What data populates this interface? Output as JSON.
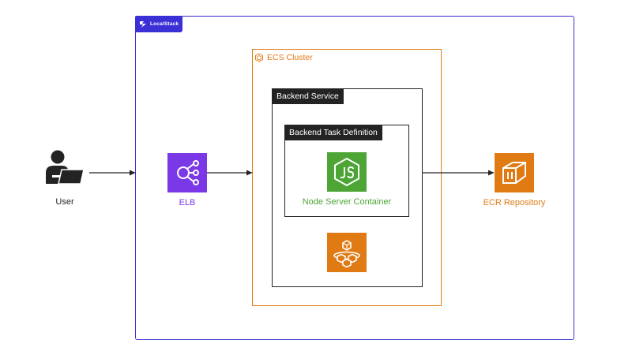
{
  "localstack": {
    "label": "LocalStack",
    "color": "#3b2fd6"
  },
  "ecs": {
    "label": "ECS Cluster",
    "color": "#e07b14"
  },
  "service": {
    "label": "Backend Service",
    "color": "#232323"
  },
  "task": {
    "label": "Backend Task Definition"
  },
  "nodes": {
    "user": {
      "label": "User",
      "icon": "user-laptop-icon"
    },
    "elb": {
      "label": "ELB",
      "icon": "elb-icon",
      "color": "#7b38e6"
    },
    "node": {
      "label": "Node Server Container",
      "icon": "nodejs-icon",
      "color": "#4ca534"
    },
    "ecr": {
      "label": "ECR Repository",
      "icon": "ecr-icon",
      "color": "#e07b14"
    },
    "fargate": {
      "icon": "fargate-icon",
      "color": "#e07b14"
    }
  }
}
